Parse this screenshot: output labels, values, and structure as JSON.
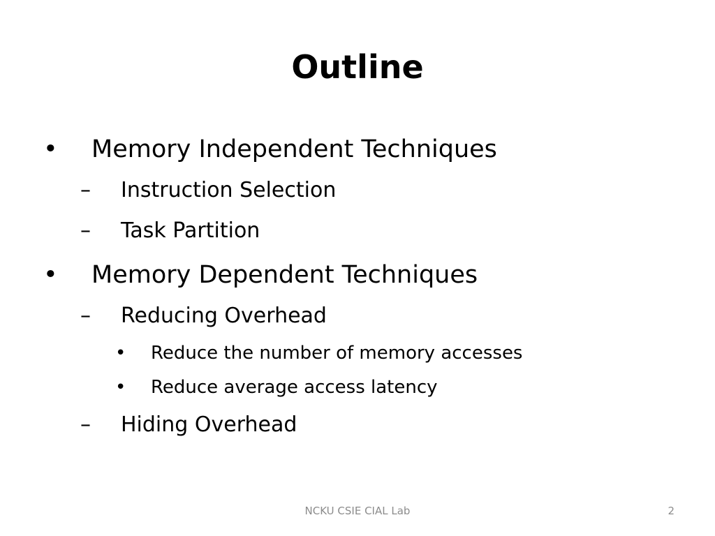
{
  "slide": {
    "title": "Outline",
    "items": [
      {
        "marker": "•",
        "text": "Memory Independent Techniques"
      },
      {
        "marker": "–",
        "text": "Instruction Selection"
      },
      {
        "marker": "–",
        "text": "Task Partition"
      },
      {
        "marker": "•",
        "text": "Memory Dependent Techniques"
      },
      {
        "marker": "–",
        "text": "Reducing Overhead"
      },
      {
        "marker": "•",
        "text": "Reduce the number of memory accesses"
      },
      {
        "marker": "•",
        "text": "Reduce average access latency"
      },
      {
        "marker": "–",
        "text": "Hiding Overhead"
      }
    ],
    "footer": "NCKU CSIE CIAL Lab",
    "page_number": "2"
  }
}
